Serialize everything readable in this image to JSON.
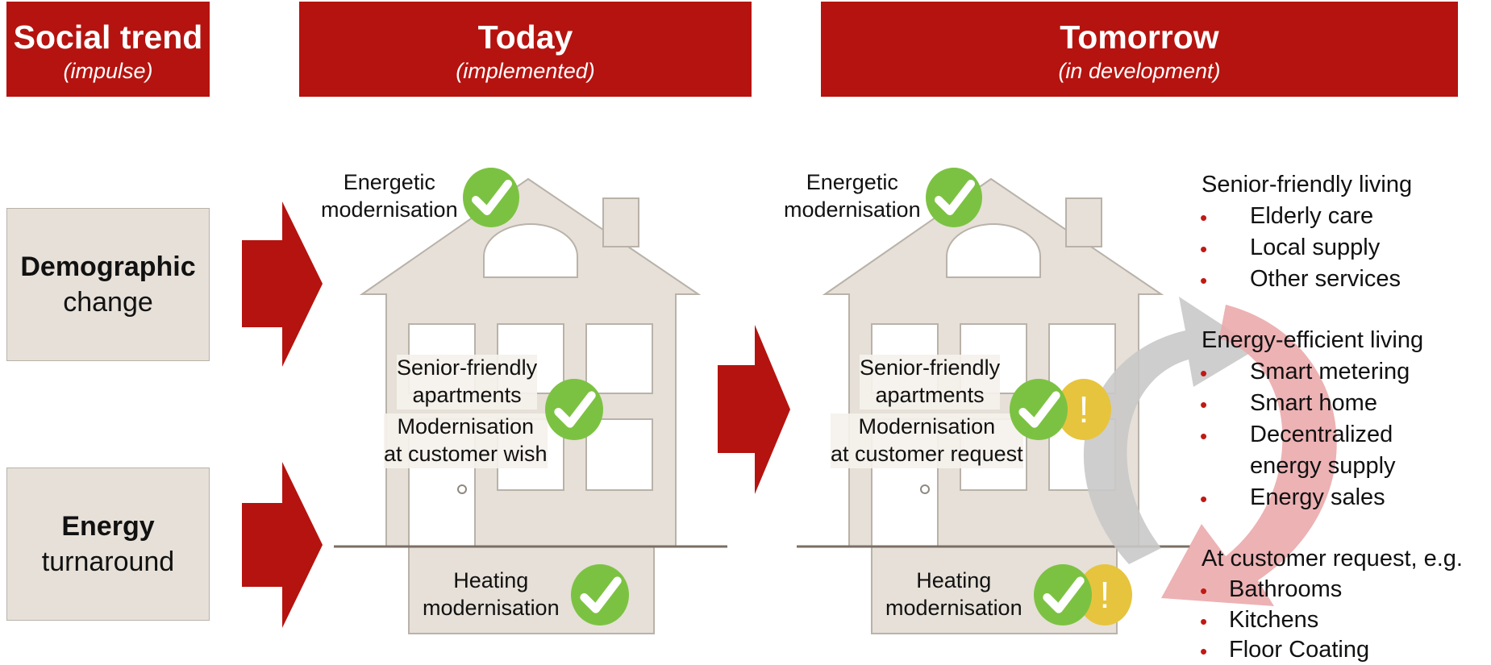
{
  "headers": {
    "social": {
      "title": "Social trend",
      "subtitle": "(impulse)"
    },
    "today": {
      "title": "Today",
      "subtitle": "(implemented)"
    },
    "tomorrow": {
      "title": "Tomorrow",
      "subtitle": "(in development)"
    }
  },
  "trends": {
    "demographic": {
      "bold": "Demographic",
      "rest": "change"
    },
    "energy": {
      "bold": "Energy",
      "rest": "turnaround"
    }
  },
  "today": {
    "energetic_line1": "Energetic",
    "energetic_line2": "modernisation",
    "senior_line1": "Senior-friendly",
    "senior_line2": "apartments",
    "custom_line1": "Modernisation",
    "custom_line2": "at customer wish",
    "heating_line1": "Heating",
    "heating_line2": "modernisation"
  },
  "tomorrow": {
    "energetic_line1": "Energetic",
    "energetic_line2": "modernisation",
    "senior_line1": "Senior-friendly",
    "senior_line2": "apartments",
    "custom_line1": "Modernisation",
    "custom_line2": "at customer request",
    "heating_line1": "Heating",
    "heating_line2": "modernisation"
  },
  "warning_mark": "!",
  "services": {
    "senior": {
      "title": "Senior-friendly living",
      "items": [
        "Elderly care",
        "Local supply",
        "Other services"
      ]
    },
    "energy": {
      "title": "Energy-efficient living",
      "items": [
        "Smart metering",
        "Smart home",
        "Decentralized",
        "energy supply",
        "Energy sales"
      ]
    },
    "customer": {
      "title": "At customer request, e.g.",
      "items": [
        "Bathrooms",
        "Kitchens",
        "Floor Coating"
      ]
    }
  },
  "bullet_char": "•",
  "colors": {
    "header_red": "#b5130f",
    "arrow_red": "#b5130f",
    "house_fill": "#e6e0d8",
    "check_green": "#7cc242",
    "warn_yellow": "#e7c43d",
    "bullet_red": "#c01a14",
    "cycle_pink": "#e9a1a3",
    "cycle_grey": "#c9c9c9"
  }
}
